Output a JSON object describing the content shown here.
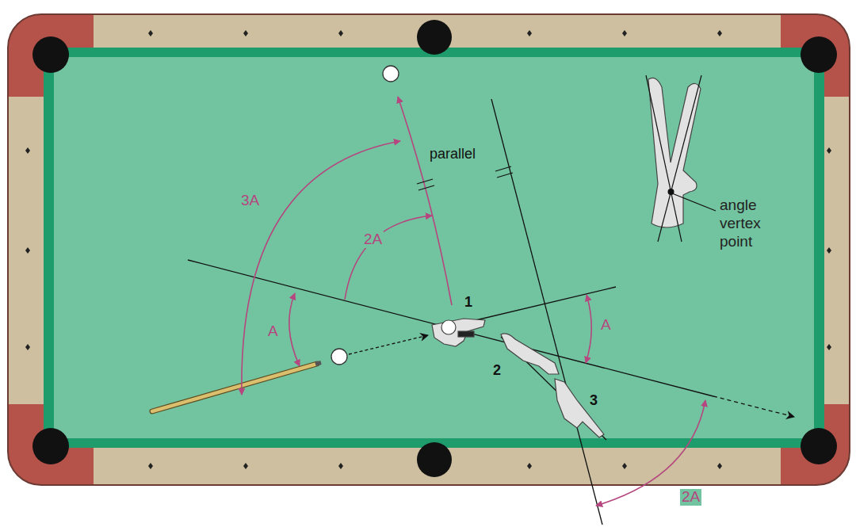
{
  "diagram": {
    "labels": [
      "parallel",
      "3A",
      "2A",
      "angle vertex point",
      "A",
      "1",
      "A",
      "2",
      "3",
      "2A"
    ]
  }
}
